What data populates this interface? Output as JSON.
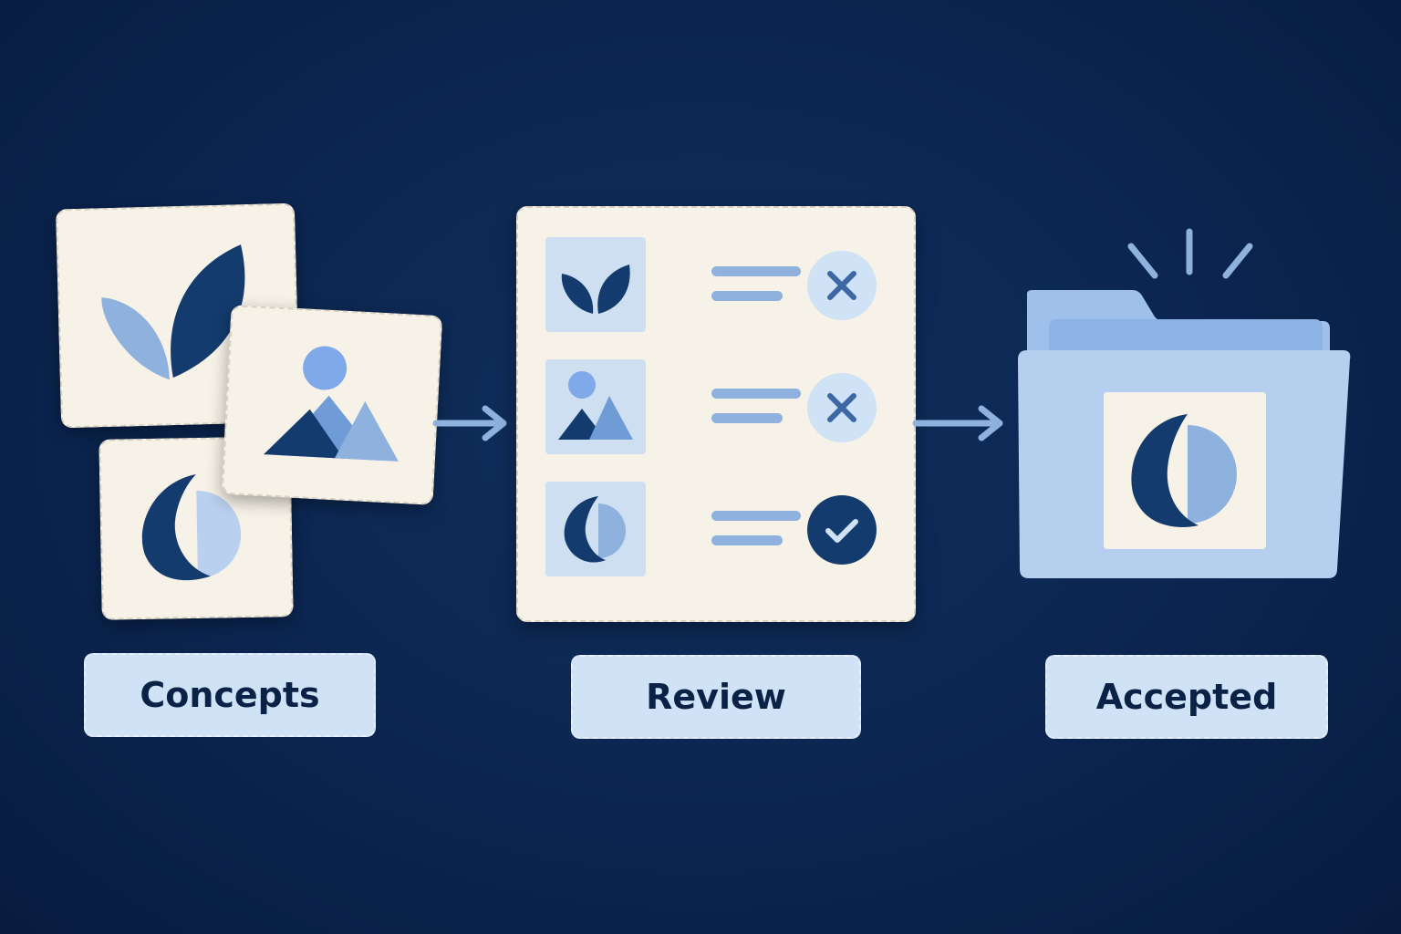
{
  "colors": {
    "background": "#0b2550",
    "paper": "#f6f2e8",
    "navy": "#143b6e",
    "light_blue": "#8fb1de",
    "pale_blue": "#cfe2f6",
    "folder_blue": "#b7cfee"
  },
  "stages": [
    {
      "label": "Concepts",
      "items": [
        "leaf-icon",
        "mountain-sun-icon",
        "moon-half-circle-icon"
      ]
    },
    {
      "label": "Review",
      "rows": [
        {
          "thumbnail": "leaf-icon",
          "status": "rejected-x-icon"
        },
        {
          "thumbnail": "mountain-sun-icon",
          "status": "rejected-x-icon"
        },
        {
          "thumbnail": "moon-half-circle-icon",
          "status": "accepted-check-icon"
        }
      ]
    },
    {
      "label": "Accepted",
      "item": "moon-half-circle-icon",
      "container": "folder-icon"
    }
  ],
  "connectors": [
    "arrow-right-icon",
    "arrow-right-icon"
  ]
}
